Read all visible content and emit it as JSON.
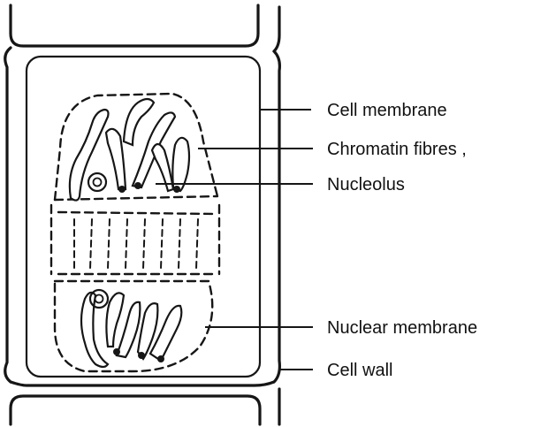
{
  "labels": {
    "cell_membrane": "Cell membrane",
    "chromatin_fibres": "Chromatin fibres ,",
    "nucleolus": "Nucleolus",
    "nuclear_membrane": "Nuclear membrane",
    "cell_wall": "Cell wall"
  }
}
